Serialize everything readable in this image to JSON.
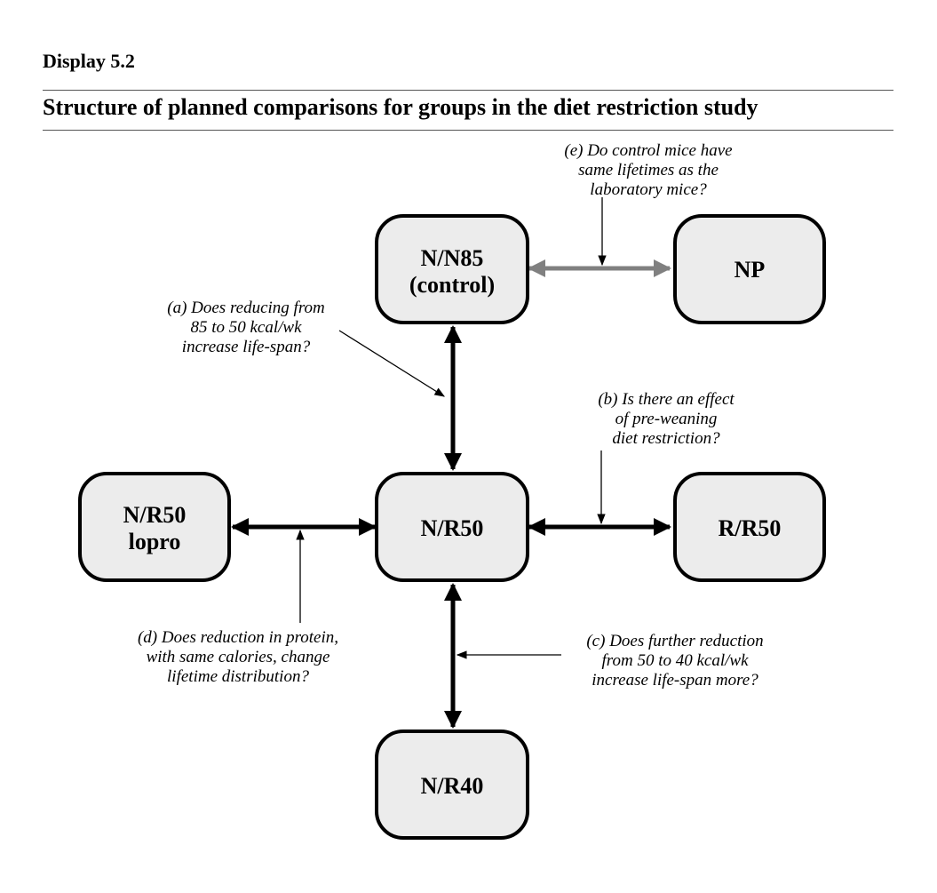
{
  "header": {
    "display_label": "Display 5.2",
    "title": "Structure of planned comparisons for groups in the diet restriction study"
  },
  "nodes": {
    "nn85": {
      "lines": [
        "N/N85",
        "(control)"
      ]
    },
    "np": {
      "lines": [
        "NP"
      ]
    },
    "nr50lopro": {
      "lines": [
        "N/R50",
        "lopro"
      ]
    },
    "nr50": {
      "lines": [
        "N/R50"
      ]
    },
    "rr50": {
      "lines": [
        "R/R50"
      ]
    },
    "nr40": {
      "lines": [
        "N/R40"
      ]
    }
  },
  "questions": {
    "a": {
      "lines": [
        "(a) Does reducing from",
        "85 to 50 kcal/wk",
        "increase life-span?"
      ]
    },
    "b": {
      "lines": [
        "(b) Is there an effect",
        "of pre-weaning",
        "diet restriction?"
      ]
    },
    "c": {
      "lines": [
        "(c) Does further reduction",
        "from 50 to 40 kcal/wk",
        "increase life-span more?"
      ]
    },
    "d": {
      "lines": [
        "(d) Does reduction in protein,",
        "with same calories, change",
        "lifetime distribution?"
      ]
    },
    "e": {
      "lines": [
        "(e) Do control mice have",
        "same lifetimes as the",
        "laboratory mice?"
      ]
    }
  },
  "colors": {
    "node_fill": "#ececec",
    "node_stroke": "#000000",
    "arrow_black": "#000000",
    "arrow_gray": "#808080"
  }
}
